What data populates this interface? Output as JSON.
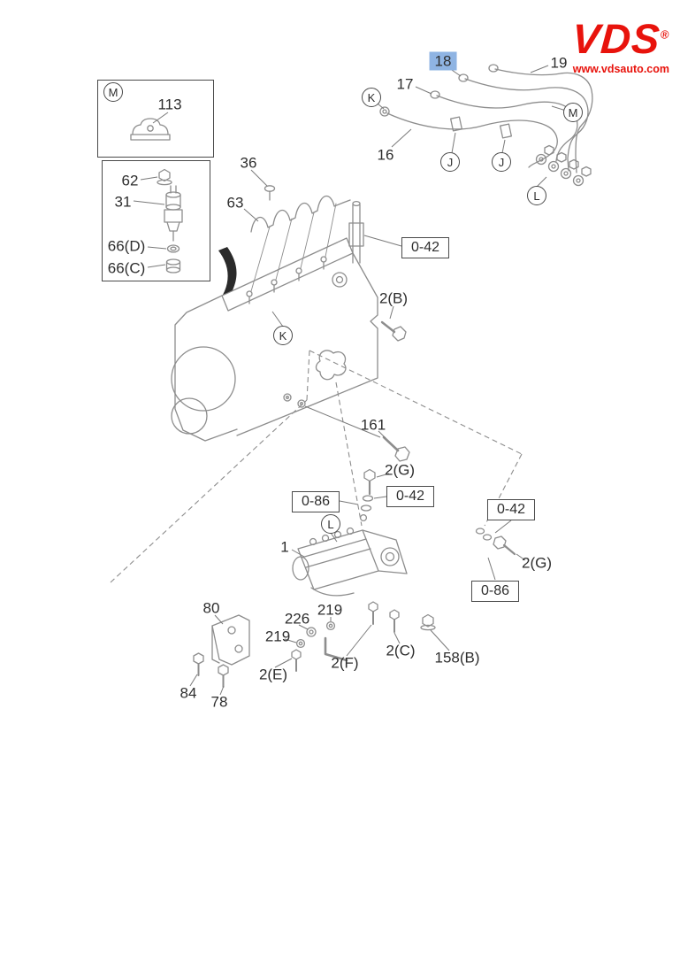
{
  "colors": {
    "highlight": "#8fb4e3",
    "brand-red": "#e8130c",
    "line-gray": "#8d8d8d",
    "text-gray": "#2e2e2e"
  },
  "logo": {
    "brand": "VDS",
    "reg": "®",
    "url": "www.vdsauto.com"
  },
  "diagram": {
    "part_labels": [
      {
        "text": "113"
      },
      {
        "text": "62"
      },
      {
        "text": "31"
      },
      {
        "text": "66(D)"
      },
      {
        "text": "66(C)"
      },
      {
        "text": "36"
      },
      {
        "text": "63"
      },
      {
        "text": "17"
      },
      {
        "text": "18",
        "highlighted": true
      },
      {
        "text": "19"
      },
      {
        "text": "16"
      },
      {
        "text": "2(B)"
      },
      {
        "text": "161"
      },
      {
        "text": "2(G)"
      },
      {
        "text": "1"
      },
      {
        "text": "2(G)"
      },
      {
        "text": "80"
      },
      {
        "text": "226"
      },
      {
        "text": "219"
      },
      {
        "text": "219"
      },
      {
        "text": "2(E)"
      },
      {
        "text": "2(F)"
      },
      {
        "text": "2(C)"
      },
      {
        "text": "158(B)"
      },
      {
        "text": "84"
      },
      {
        "text": "78"
      }
    ],
    "circle_labels": [
      {
        "text": "M"
      },
      {
        "text": "K"
      },
      {
        "text": "M"
      },
      {
        "text": "J"
      },
      {
        "text": "J"
      },
      {
        "text": "L"
      },
      {
        "text": "K"
      },
      {
        "text": "L"
      }
    ],
    "ref_boxes": [
      {
        "text": "0-42"
      },
      {
        "text": "0-86"
      },
      {
        "text": "0-42"
      },
      {
        "text": "0-42"
      },
      {
        "text": "0-86"
      }
    ]
  }
}
